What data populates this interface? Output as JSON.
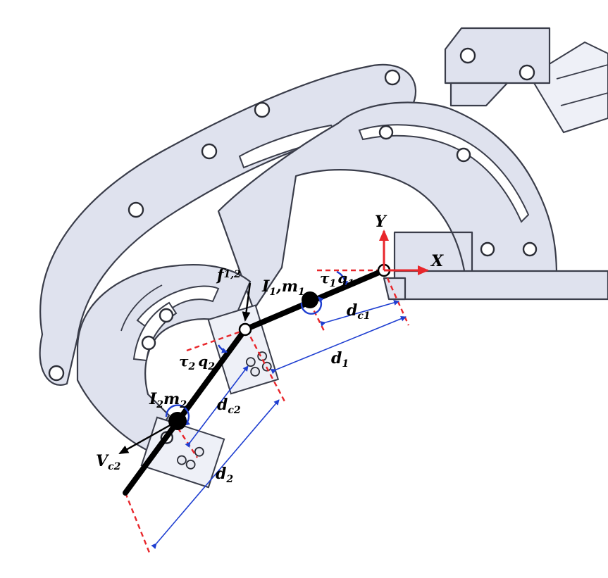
{
  "labels": {
    "y_axis": "Y",
    "x_axis": "X",
    "force": {
      "main": "f",
      "sub": "1,2"
    },
    "inertia1": {
      "i": "I",
      "i_sub": "1",
      "m": "m",
      "m_sub": "1"
    },
    "inertia2": {
      "i": "I",
      "i_sub": "2",
      "m": "m",
      "m_sub": "2"
    },
    "tau1": {
      "main": "τ",
      "sub": "1"
    },
    "q1": {
      "main": "q",
      "sub": "1"
    },
    "tau2": {
      "main": "τ",
      "sub": "2"
    },
    "q2": {
      "main": "q",
      "sub": "2"
    },
    "dc1": {
      "main": "d",
      "sub": "c1"
    },
    "d1": {
      "main": "d",
      "sub": "1"
    },
    "dc2": {
      "main": "d",
      "sub": "c2"
    },
    "d2": {
      "main": "d",
      "sub": "2"
    },
    "vc2": {
      "main": "V",
      "sub": "c2"
    }
  },
  "colors": {
    "part_fill": "#dfe2ee",
    "outline": "#3a3d4a",
    "link": "#000000",
    "axis_red": "#e8262b",
    "dimension_blue": "#1f3fd1"
  }
}
